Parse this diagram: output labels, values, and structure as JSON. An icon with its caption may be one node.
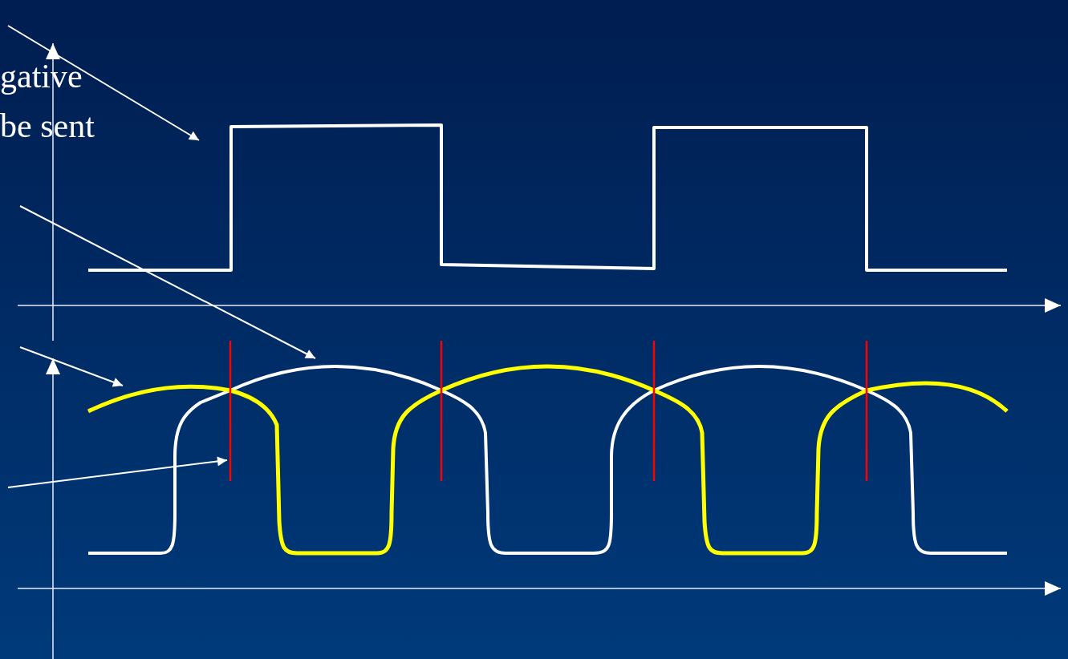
{
  "diagram": {
    "nodes": [
      {
        "text": [
          "gative be sent"
        ]
      },
      {
        "text": [],
        "shape": "line"
      },
      {
        "text": [],
        "shape": "line"
      },
      {
        "text": [],
        "shape": "line"
      },
      {
        "text": [],
        "shape": "line"
      }
    ],
    "edges": [
      {
        "from": null,
        "to": 1,
        "arrow": "to"
      },
      {
        "from": null,
        "to": 2,
        "arrow": "to"
      },
      {
        "from": null,
        "to": 3,
        "arrow": "to"
      },
      {
        "from": null,
        "to": 4,
        "arrow": "to"
      }
    ]
  }
}
